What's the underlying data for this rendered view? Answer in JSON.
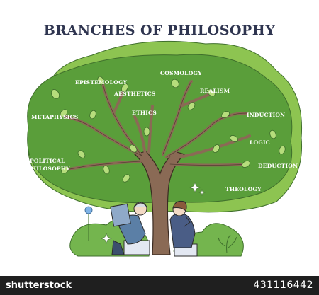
{
  "title": "BRANCHES OF PHILOSOPHY",
  "branches": {
    "epistemology": "EPISTEMOLOGY",
    "cosmology": "COSMOLOGY",
    "aesthetics": "AESTHETICS",
    "realism": "REALISM",
    "ethics": "ETHICS",
    "metaphysics": "METAPHYSICS",
    "induction": "INDUCTION",
    "logic": "LOGIC",
    "political_philosophy_line1": "POLITICAL",
    "political_philosophy_line2": "PHILOSOPHY",
    "deduction": "DEDUCTION",
    "theology": "THEOLOGY"
  },
  "footer": {
    "brand": "shutterstock",
    "id": "431116442"
  },
  "colors": {
    "title": "#2f3550",
    "canopy_light": "#8dc451",
    "canopy_dark": "#5a9e3a",
    "trunk": "#8a6a55",
    "ground": "#6db04a"
  }
}
